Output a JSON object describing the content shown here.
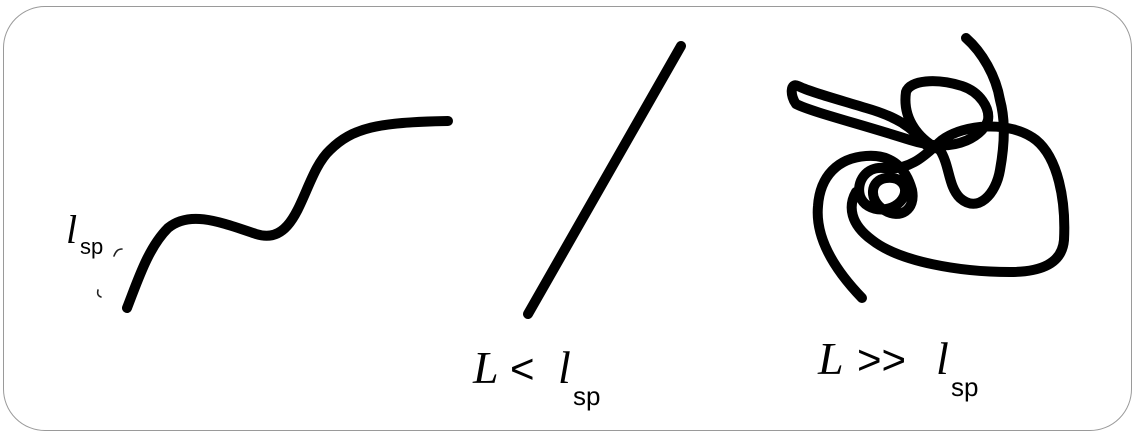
{
  "panels": [
    {
      "id": "left",
      "label_symbol": "l",
      "label_subscript": "sp"
    },
    {
      "id": "middle",
      "caption_lhs": "L",
      "caption_op": "<",
      "caption_symbol": "l",
      "caption_subscript": "sp"
    },
    {
      "id": "right",
      "caption_lhs": "L",
      "caption_op": ">>",
      "caption_symbol": "l",
      "caption_subscript": "sp"
    }
  ]
}
